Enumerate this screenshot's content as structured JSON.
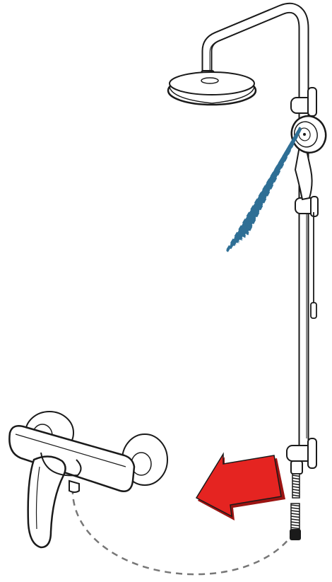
{
  "illustration": {
    "parts": [
      {
        "id": "riser-pipe",
        "icon": "shower-riser-pipe"
      },
      {
        "id": "rain-head",
        "icon": "rain-shower-head"
      },
      {
        "id": "hand-shower",
        "icon": "hand-shower"
      },
      {
        "id": "water-spray",
        "icon": "water-spray"
      },
      {
        "id": "slide-bar",
        "icon": "slide-bar"
      },
      {
        "id": "mixer",
        "icon": "wall-mixer-tap"
      },
      {
        "id": "hose",
        "icon": "shower-hose"
      },
      {
        "id": "direction-arrow",
        "icon": "red-arrow-left"
      },
      {
        "id": "dashed-path",
        "icon": "dashed-connection-path"
      }
    ],
    "colors": {
      "line": "#1a1a1a",
      "water": "#2f6f95",
      "arrow_fill": "#e52421",
      "arrow_shade": "#9c1412",
      "dash": "#777777",
      "metal_highlight": "#ffffff"
    }
  }
}
